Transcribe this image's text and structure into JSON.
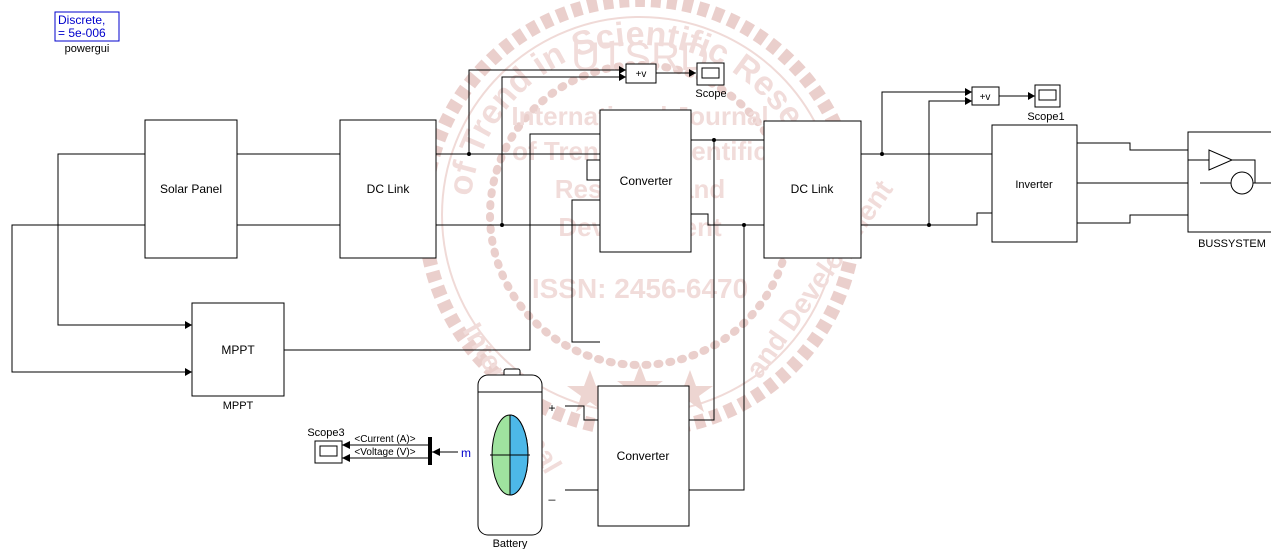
{
  "powergui": {
    "line1": "Discrete,",
    "line2": "= 5e-006",
    "label": "powergui"
  },
  "blocks": {
    "solar_panel": "Solar Panel",
    "dc_link_1": "DC Link",
    "converter_top": "Converter",
    "dc_link_2": "DC Link",
    "inverter": "Inverter",
    "mppt": "MPPT",
    "mppt_label": "MPPT",
    "converter_bottom": "Converter",
    "bussystem_label": "BUSSYSTEM",
    "battery_label": "Battery",
    "battery_plus": "+",
    "battery_minus": "_",
    "battery_port_m": "m"
  },
  "measurements": {
    "voltmeter_1": "+v",
    "voltmeter_2": "+v",
    "scope": "Scope",
    "scope1": "Scope1",
    "scope3": "Scope3",
    "current_signal": "<Current (A)>",
    "voltage_signal": "<Voltage (V)>"
  },
  "watermark": {
    "title": "UTSRD",
    "line1": "International Journal",
    "line2": "of Trend in Scientific",
    "line3": "Research and",
    "line4": "Development",
    "issn": "ISSN: 2456-6470",
    "ring_top": "of Trend in Scientific Research",
    "ring_left": "International",
    "ring_right": "and Development"
  },
  "colors": {
    "line": "#000000",
    "watermark": "#c88a84",
    "powergui_border": "#0000cc",
    "powergui_text": "#0000cc",
    "battery_green": "#9fe39f",
    "battery_blue": "#4db8e8",
    "m_label": "#0000cc"
  }
}
